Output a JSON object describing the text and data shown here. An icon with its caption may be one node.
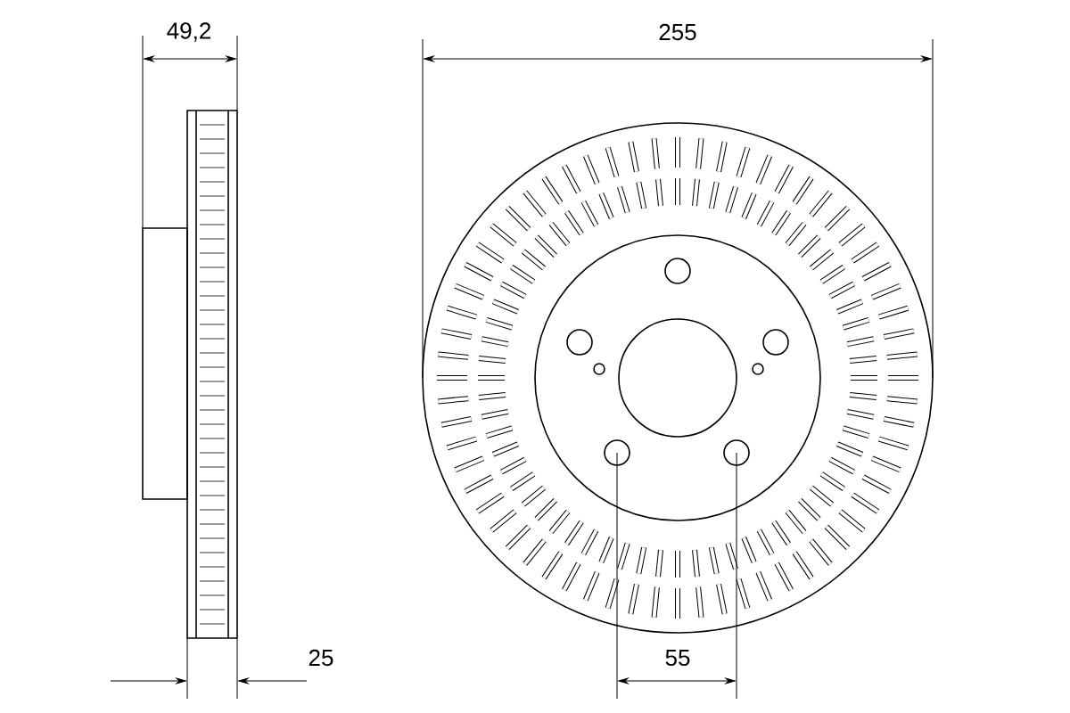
{
  "diagram": {
    "labels": [
      "49,2",
      "255",
      "25",
      "55"
    ]
  }
}
